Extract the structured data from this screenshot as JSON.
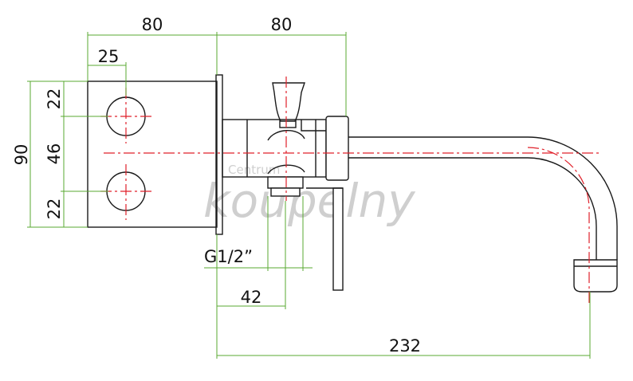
{
  "colors": {
    "dimension_line": "#5aa832",
    "center_line": "#e0202a",
    "outline": "#1a1a1a"
  },
  "dimensions": {
    "top_left_width": "80",
    "top_right_width": "80",
    "hole_offset": "25",
    "total_height": "90",
    "upper_edge": "22",
    "hole_spacing": "46",
    "lower_edge": "22",
    "thread": "G1/2”",
    "outlet_offset": "42",
    "spout_reach": "232"
  },
  "watermark": {
    "small": "Centrum",
    "large": "koupelny"
  }
}
